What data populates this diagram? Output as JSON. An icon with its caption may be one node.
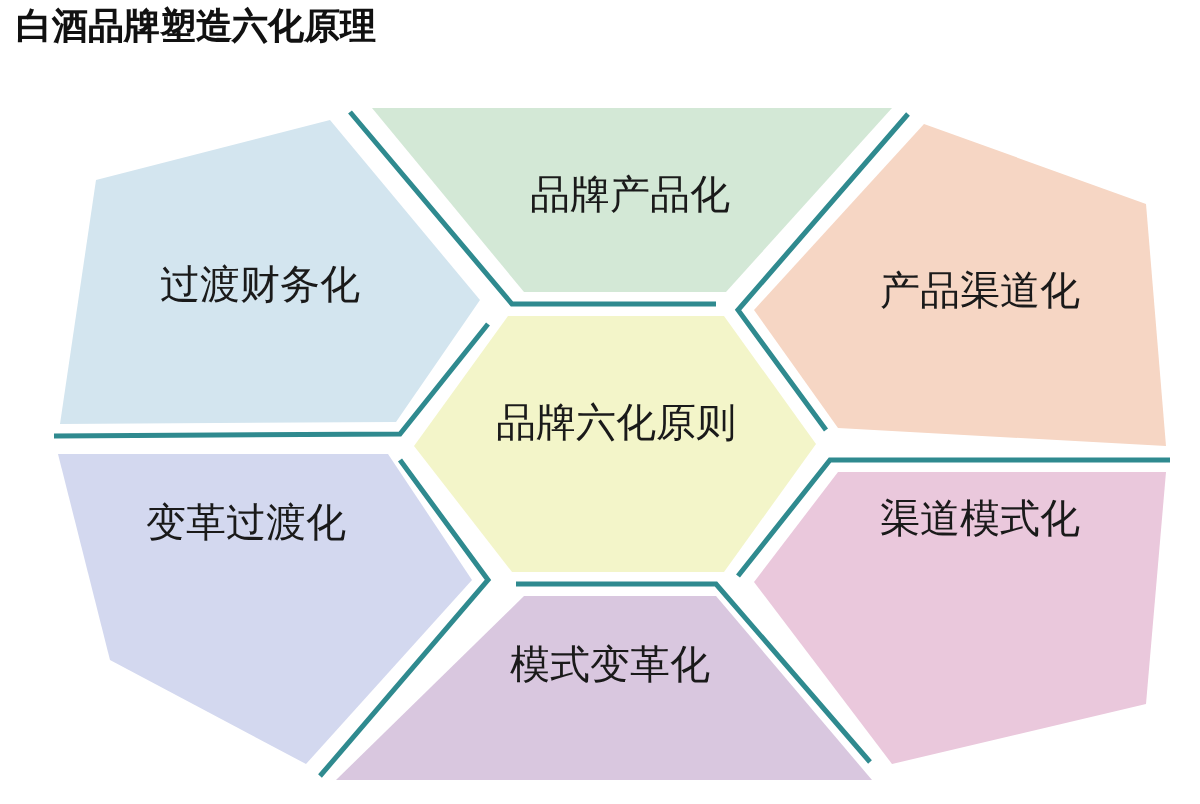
{
  "diagram": {
    "title": "白酒品牌塑造六化原理",
    "nodes": [
      {
        "text": [
          "过渡财务化"
        ]
      },
      {
        "text": [
          "品牌产品化"
        ]
      },
      {
        "text": [
          "产品渠道化"
        ]
      },
      {
        "text": [
          "品牌六化原则"
        ]
      },
      {
        "text": [
          "变革过渡化"
        ]
      },
      {
        "text": [
          "模式变革化"
        ]
      },
      {
        "text": [
          "渠道模式化"
        ]
      }
    ]
  }
}
